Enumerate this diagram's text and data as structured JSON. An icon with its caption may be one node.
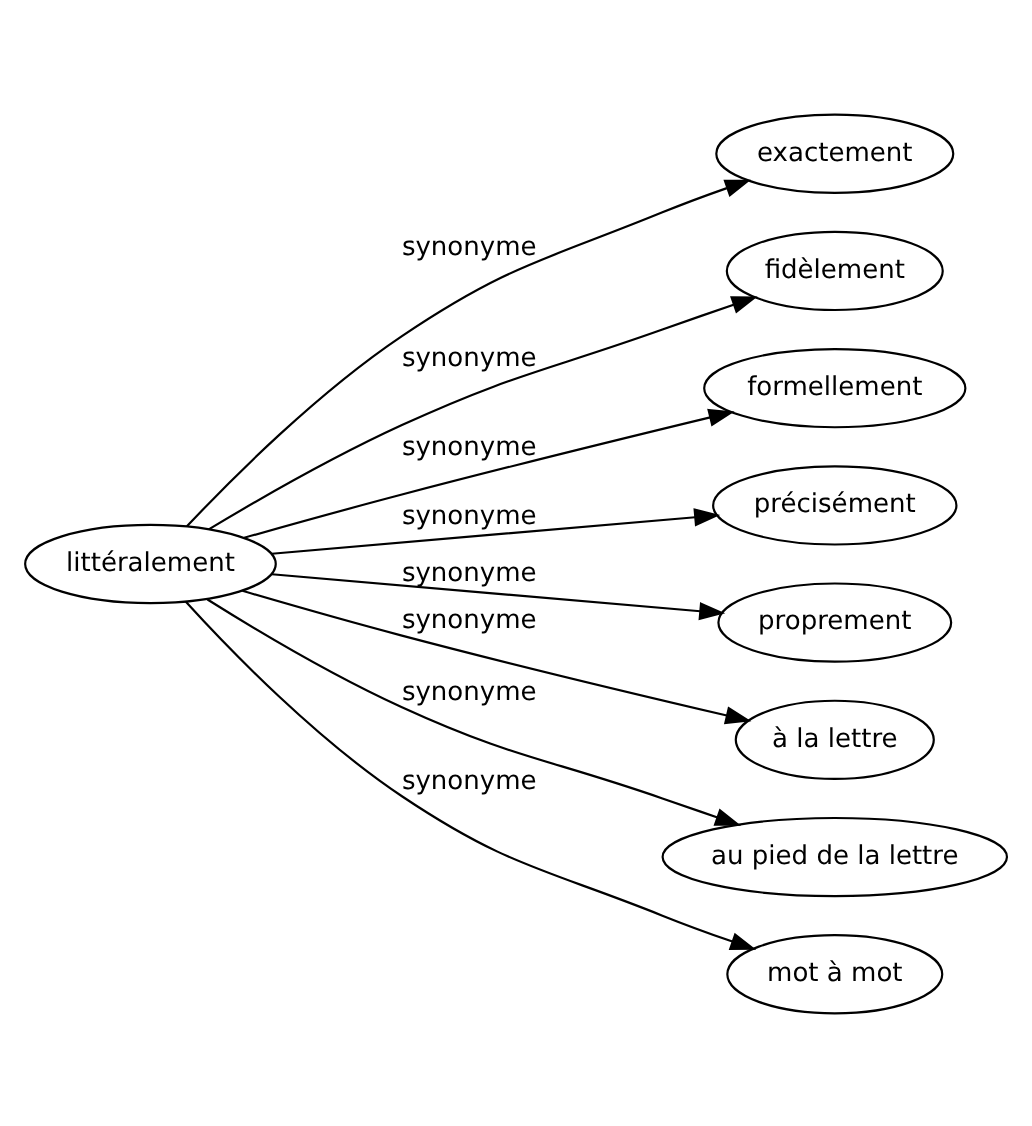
{
  "diagram": {
    "nodes": [
      {
        "text": [
          "littéralement"
        ]
      },
      {
        "text": [
          "exactement"
        ]
      },
      {
        "text": [
          "fidèlement"
        ]
      },
      {
        "text": [
          "formellement"
        ]
      },
      {
        "text": [
          "précisément"
        ]
      },
      {
        "text": [
          "proprement"
        ]
      },
      {
        "text": [
          "à la lettre"
        ]
      },
      {
        "text": [
          "au pied de la lettre"
        ]
      },
      {
        "text": [
          "mot à mot"
        ]
      }
    ],
    "edges": [
      {
        "from": 0,
        "to": 1,
        "arrow": "to",
        "label": "synonyme"
      },
      {
        "from": 0,
        "to": 2,
        "arrow": "to",
        "label": "synonyme"
      },
      {
        "from": 0,
        "to": 3,
        "arrow": "to",
        "label": "synonyme"
      },
      {
        "from": 0,
        "to": 4,
        "arrow": "to",
        "label": "synonyme"
      },
      {
        "from": 0,
        "to": 5,
        "arrow": "to",
        "label": "synonyme"
      },
      {
        "from": 0,
        "to": 6,
        "arrow": "to",
        "label": "synonyme"
      },
      {
        "from": 0,
        "to": 7,
        "arrow": "to",
        "label": "synonyme"
      },
      {
        "from": 0,
        "to": 8,
        "arrow": "to",
        "label": "synonyme"
      }
    ]
  }
}
